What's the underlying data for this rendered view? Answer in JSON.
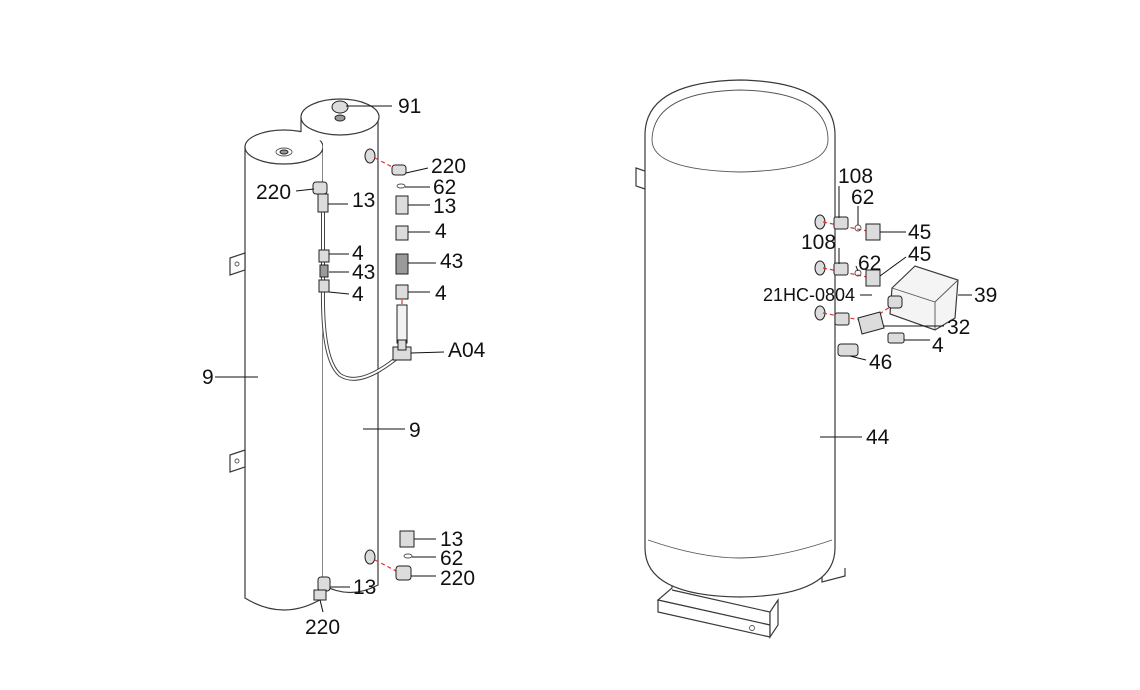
{
  "left_assembly": {
    "labels": {
      "top_plug": "91",
      "elbow_top": "220",
      "oring_top": "62",
      "fitting_top": "13",
      "ferrule_upper": "4",
      "nut": "43",
      "ferrule_lower": "4",
      "tee": "A04",
      "tank_front": "9",
      "tank_rear": "9",
      "elbow_left_top": "220",
      "fitting_left_top": "13",
      "hose_ferrule_a": "4",
      "hose_nut": "43",
      "hose_ferrule_b": "4",
      "fitting_bottom": "13",
      "oring_bottom": "62",
      "elbow_bottom": "220",
      "fitting_left_bottom": "13",
      "elbow_left_bottom": "220"
    }
  },
  "right_assembly": {
    "labels": {
      "tank": "44",
      "bushing_upper": "108",
      "oring_upper": "62",
      "tee_upper": "45",
      "bushing_lower": "108",
      "oring_lower": "62",
      "tee_lower": "45",
      "pressure_switch": "39",
      "fitting_code": "21HC-0804",
      "manifold": "32",
      "ferrule": "4",
      "drain_valve": "46"
    }
  }
}
